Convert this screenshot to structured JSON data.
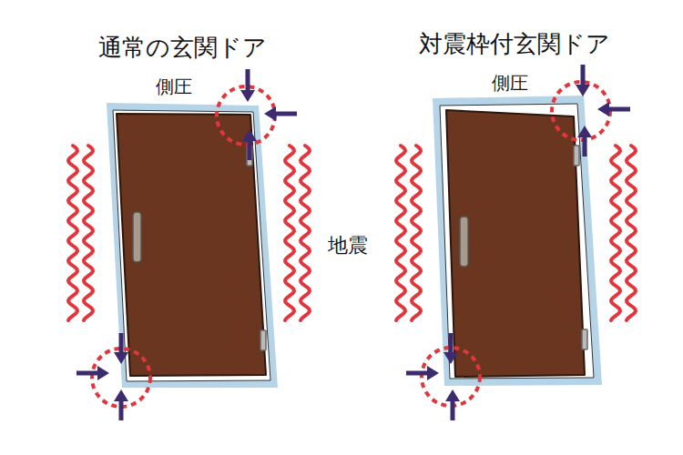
{
  "diagram": {
    "labels": [
      "通常の玄関ドア",
      "側圧",
      "地震",
      "対震枠付玄関ドア",
      "側圧"
    ]
  }
}
